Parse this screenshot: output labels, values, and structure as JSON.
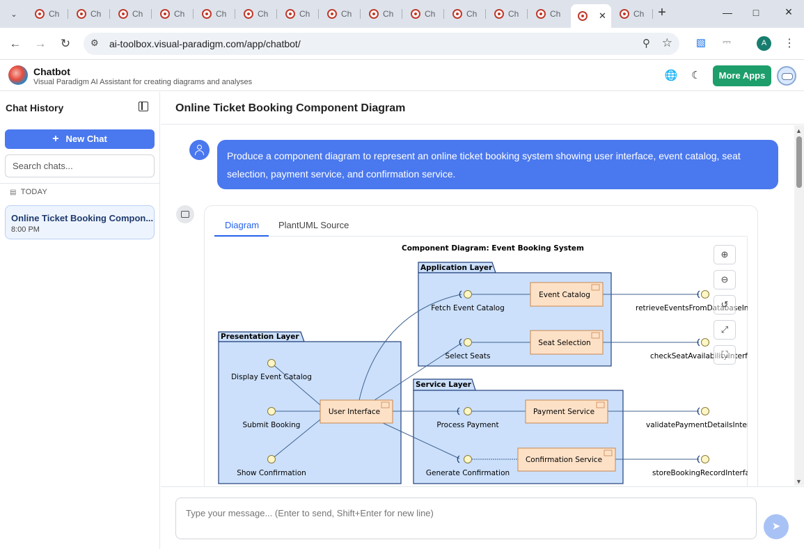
{
  "browser": {
    "tab_title": "Ch",
    "tab_count": 15,
    "active_tab_index": 13,
    "url": "ai-toolbox.visual-paradigm.com/app/chatbot/",
    "profile_initial": "A"
  },
  "app": {
    "name": "Chatbot",
    "subtitle": "Visual Paradigm AI Assistant for creating diagrams and analyses",
    "more_apps_label": "More Apps"
  },
  "sidebar": {
    "title": "Chat History",
    "new_chat_label": "New Chat",
    "search_placeholder": "Search chats...",
    "section_label": "TODAY",
    "items": [
      {
        "title": "Online Ticket Booking Compon...",
        "time": "8:00 PM"
      }
    ]
  },
  "main": {
    "title": "Online Ticket Booking Component Diagram",
    "user_message": "Produce a component diagram to represent an online ticket booking system showing user interface, event catalog, seat selection, payment service, and confirmation service.",
    "tabs": [
      "Diagram",
      "PlantUML Source"
    ],
    "active_tab": "Diagram",
    "composer_placeholder": "Type your message... (Enter to send, Shift+Enter for new line)"
  },
  "diagram": {
    "title": "Component Diagram: Event Booking System",
    "packages": {
      "presentation": "Presentation Layer",
      "application": "Application Layer",
      "service": "Service Layer"
    },
    "components": {
      "ui": "User Interface",
      "catalog": "Event Catalog",
      "seat": "Seat Selection",
      "payment": "Payment Service",
      "confirmation": "Confirmation Service"
    },
    "interfaces": {
      "display_catalog": "Display Event Catalog",
      "submit_booking": "Submit Booking",
      "show_confirmation": "Show Confirmation",
      "fetch_catalog": "Fetch Event Catalog",
      "select_seats": "Select Seats",
      "process_payment": "Process Payment",
      "generate_confirmation": "Generate Confirmation",
      "retrieve_events": "retrieveEventsFromDatabaseInterface",
      "check_seat": "checkSeatAvailabilityInterface",
      "validate_payment": "validatePaymentDetailsInterface",
      "store_booking": "storeBookingRecordInterface"
    },
    "colors": {
      "package_fill": "#cce0fb",
      "package_border": "#22407a",
      "component_fill": "#fde1c7",
      "component_border": "#c9864d",
      "interface_fill": "#fdf6c5",
      "line": "#3f628f"
    }
  },
  "icons": {
    "zoom_in": "zoom-in-icon",
    "zoom_out": "zoom-out-icon",
    "reset": "reset-view-icon",
    "fit": "fit-screen-icon",
    "fullscreen": "fullscreen-icon",
    "send": "send-icon"
  }
}
